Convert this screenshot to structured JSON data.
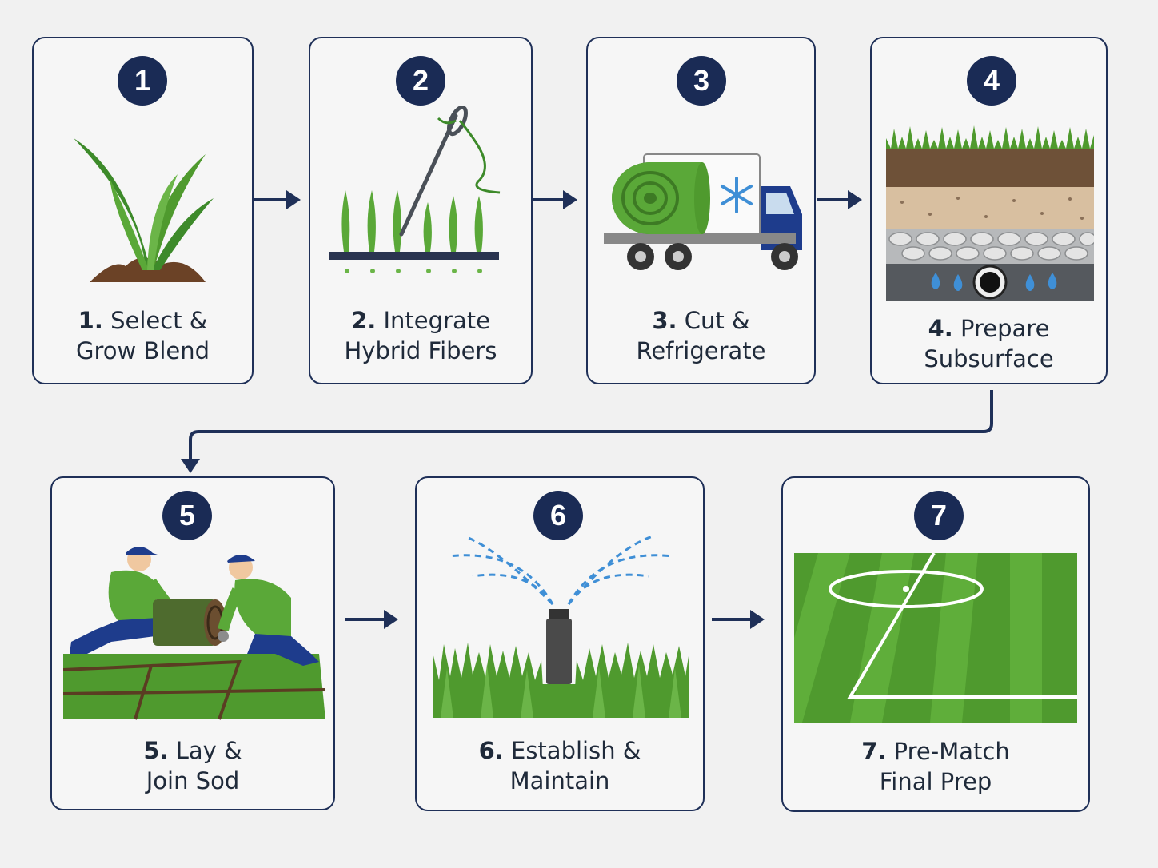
{
  "steps": [
    {
      "badge": "1",
      "num": "1.",
      "line1": "Select &",
      "line2": "Grow Blend",
      "icon": "grass-sprout-icon"
    },
    {
      "badge": "2",
      "num": "2.",
      "line1": "Integrate",
      "line2": "Hybrid Fibers",
      "icon": "needle-fibers-icon"
    },
    {
      "badge": "3",
      "num": "3.",
      "line1": "Cut &",
      "line2": "Refrigerate",
      "icon": "refrigerated-truck-icon"
    },
    {
      "badge": "4",
      "num": "4.",
      "line1": "Prepare",
      "line2": "Subsurface",
      "icon": "soil-layers-icon"
    },
    {
      "badge": "5",
      "num": "5.",
      "line1": "Lay &",
      "line2": "Join Sod",
      "icon": "workers-laying-sod-icon"
    },
    {
      "badge": "6",
      "num": "6.",
      "line1": "Establish &",
      "line2": "Maintain",
      "icon": "sprinkler-icon"
    },
    {
      "badge": "7",
      "num": "7.",
      "line1": "Pre-Match",
      "line2": "Final Prep",
      "icon": "football-pitch-icon"
    }
  ],
  "colors": {
    "navy": "#1a2b55",
    "grass": "#4f9a2e",
    "card_border": "#1f3058",
    "water": "#3f8fd6"
  }
}
